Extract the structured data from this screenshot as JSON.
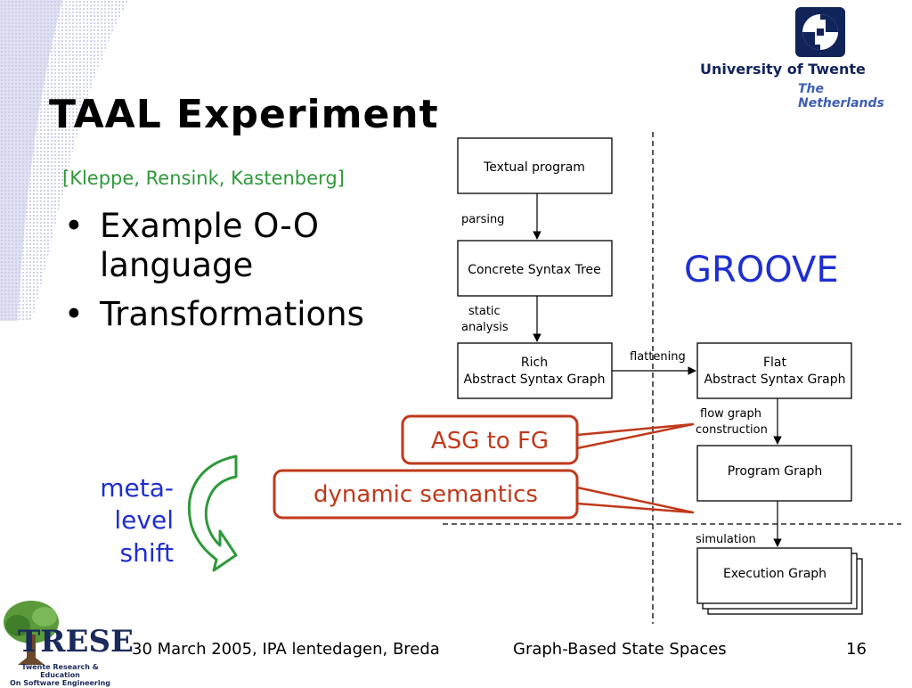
{
  "slide": {
    "title": "TAAL Experiment",
    "authors": "[Kleppe, Rensink, Kastenberg]",
    "bullets": [
      {
        "line1": "Example O-O",
        "line2": "language"
      },
      {
        "line1": "Transformations",
        "line2": ""
      }
    ],
    "bullet_glyph": "•",
    "groove_label": "GROOVE",
    "meta_shift": {
      "line1": "meta-",
      "line2": "level",
      "line3": "shift"
    },
    "colors": {
      "accent_red": "#c0391b",
      "green": "#2e9a3a",
      "blue": "#1f2fd0"
    }
  },
  "logos": {
    "university": {
      "name": "University of Twente",
      "country": "The Netherlands",
      "icon": "twente-logo-icon"
    },
    "trese": {
      "word": "TRESE",
      "line1": "Twente Research & Education",
      "line2": "On Software Engineering",
      "icon": "tree-icon"
    }
  },
  "diagram": {
    "nodes": {
      "textual": {
        "label": "Textual program"
      },
      "cst": {
        "label": "Concrete Syntax Tree"
      },
      "rich_asg": {
        "line1": "Rich",
        "line2": "Abstract Syntax Graph"
      },
      "flat_asg": {
        "line1": "Flat",
        "line2": "Abstract Syntax Graph"
      },
      "program_graph": {
        "label": "Program Graph"
      },
      "execution_graph": {
        "label": "Execution Graph"
      }
    },
    "edge_labels": {
      "parsing": "parsing",
      "static_1": "static",
      "static_2": "analysis",
      "flattening": "flattening",
      "flow_1": "flow graph",
      "flow_2": "construction",
      "simulation": "simulation"
    },
    "callouts": {
      "asg_to_fg": "ASG to FG",
      "dynamic_semantics": "dynamic semantics"
    }
  },
  "footer": {
    "date_venue": "30 March 2005, IPA lentedagen, Breda",
    "talk_title": "Graph-Based State Spaces",
    "page_number": "16"
  }
}
